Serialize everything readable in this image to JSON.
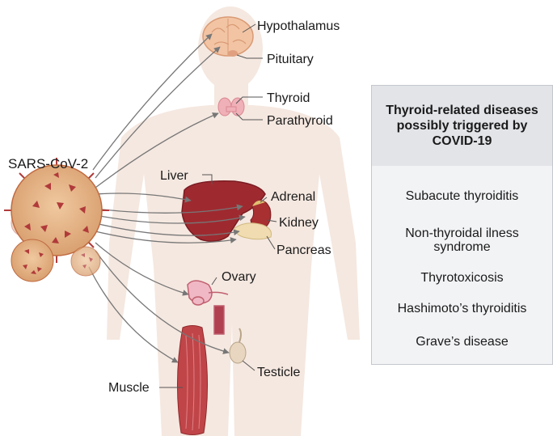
{
  "virus": {
    "label": "SARS-CoV-2"
  },
  "organs": {
    "hypothalamus": "Hypothalamus",
    "pituitary": "Pituitary",
    "thyroid": "Thyroid",
    "parathyroid": "Parathyroid",
    "liver": "Liver",
    "adrenal": "Adrenal",
    "kidney": "Kidney",
    "pancreas": "Pancreas",
    "ovary": "Ovary",
    "testicle": "Testicle",
    "muscle": "Muscle"
  },
  "panel": {
    "title": "Thyroid-related diseases possibly triggered by COVID-19",
    "diseases": [
      "Subacute thyroiditis",
      "Non-thyroidal ilness syndrome",
      "Thyrotoxicosis",
      "Hashimoto’s thyroiditis",
      "Grave’s disease"
    ]
  },
  "colors": {
    "body_silhouette": "#f5e8e0",
    "virus_body": "#e8b890",
    "virus_spike": "#b03a3a",
    "arrow": "#777777",
    "panel_background": "#f2f3f5",
    "panel_header": "#e2e4e8"
  }
}
